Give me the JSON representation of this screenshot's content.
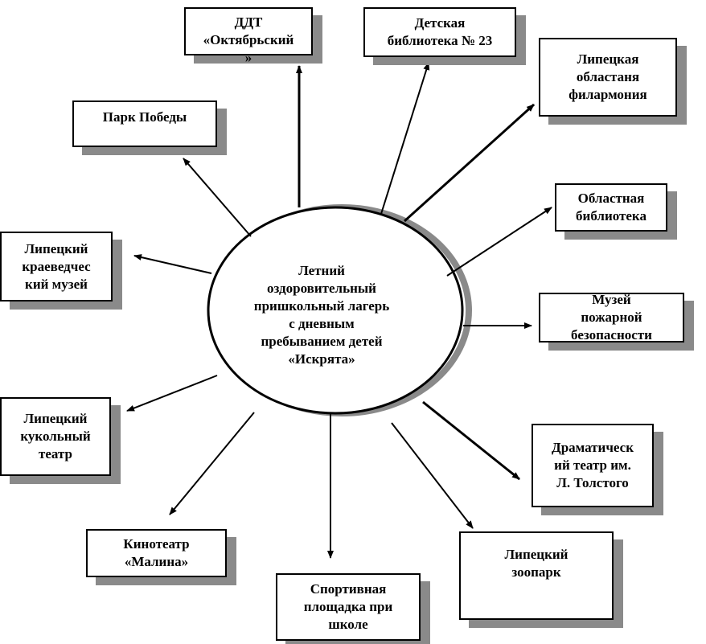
{
  "center": {
    "label": "Летний\nоздоровительный\nпришкольный лагерь\nс дневным\nпребыванием детей\n«Искрята»"
  },
  "nodes": [
    {
      "id": "ddt",
      "label": "ДДТ\n«Октябрьский\n»"
    },
    {
      "id": "children-library",
      "label": "Детская\nбиблиотека № 23"
    },
    {
      "id": "philharmonic",
      "label": "Липецкая\nобластаня\nфилармония"
    },
    {
      "id": "regional-library",
      "label": "Областная\nбиблиотека"
    },
    {
      "id": "fire-museum",
      "label": "Музей\nпожарной\nбезопасности"
    },
    {
      "id": "drama-theatre",
      "label": "Драматическ\nий театр им.\nЛ. Толстого"
    },
    {
      "id": "zoo",
      "label": "Липецкий\nзоопарк"
    },
    {
      "id": "sports-ground",
      "label": "Спортивная\nплощадка при\nшколе"
    },
    {
      "id": "cinema",
      "label": "Кинотеатр\n«Малина»"
    },
    {
      "id": "puppet-theatre",
      "label": "Липецкий\nкукольный\nтеатр"
    },
    {
      "id": "local-museum",
      "label": "Липецкий\nкраеведчес\nкий музей"
    },
    {
      "id": "victory-park",
      "label": "Парк Победы"
    }
  ]
}
